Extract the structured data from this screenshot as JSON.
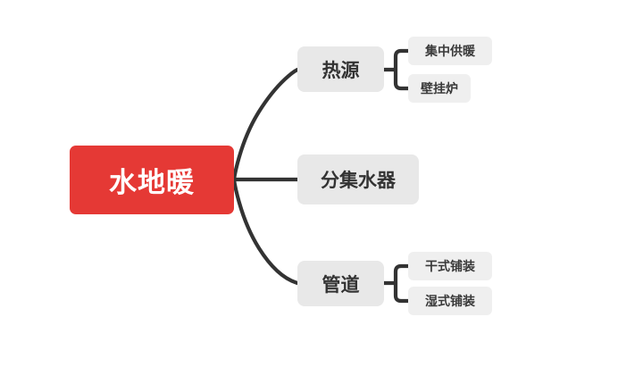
{
  "diagram": {
    "type": "mindmap",
    "title": "水地暖",
    "orientation": "left-to-right",
    "background_color": "#FFFFFF",
    "root": {
      "label": "水地暖",
      "fill_color": "#E53935",
      "text_color": "#FFFFFF"
    },
    "branch_style": {
      "fill_color": "#E8E8E8",
      "text_color": "#333333"
    },
    "leaf_style": {
      "fill_color": "#EFEFEF",
      "text_color": "#3A3A3A"
    },
    "edge_color": "#333333",
    "branches": [
      {
        "label": "热源",
        "children": [
          {
            "label": "集中供暖"
          },
          {
            "label": "壁挂炉"
          }
        ]
      },
      {
        "label": "分集水器",
        "children": []
      },
      {
        "label": "管道",
        "children": [
          {
            "label": "干式铺装"
          },
          {
            "label": "湿式铺装"
          }
        ]
      }
    ]
  }
}
